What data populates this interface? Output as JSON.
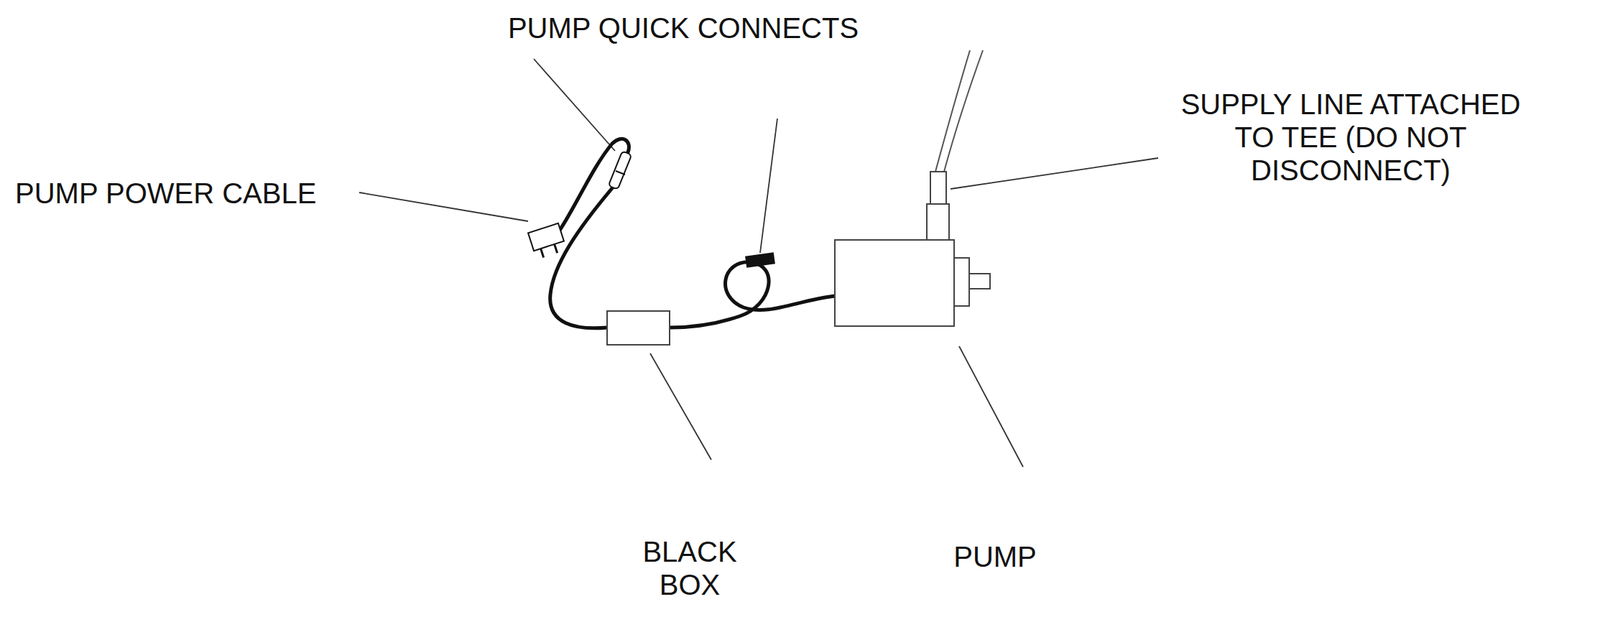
{
  "diagram": {
    "labels": [
      "PUMP QUICK CONNECTS",
      "PUMP POWER CABLE",
      "SUPPLY LINE ATTACHED TO TEE (DO NOT DISCONNECT)",
      "BLACK BOX",
      "PUMP"
    ]
  }
}
